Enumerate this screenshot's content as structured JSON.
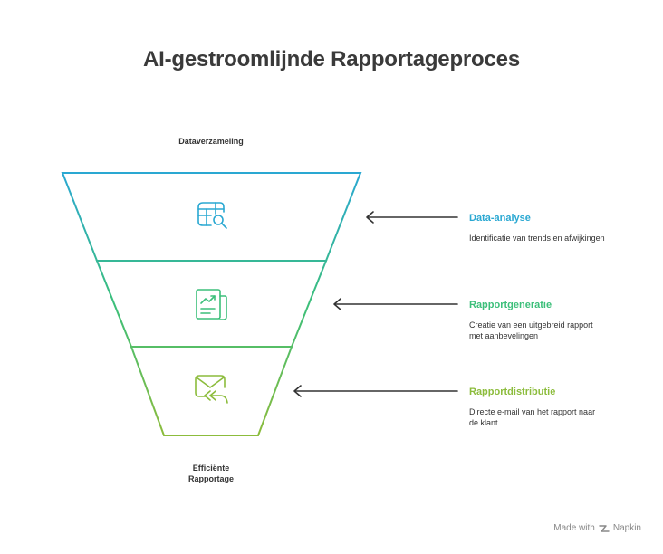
{
  "title": "AI-gestroomlijnde Rapportageproces",
  "funnel": {
    "top_label": "Dataverzameling",
    "bottom_label_line1": "Efficiënte",
    "bottom_label_line2": "Rapportage"
  },
  "stages": [
    {
      "title": "Data-analyse",
      "description": "Identificatie van trends en afwijkingen",
      "color": "#2aa8d2",
      "icon": "table-search-icon"
    },
    {
      "title": "Rapportgeneratie",
      "description": "Creatie van een uitgebreid rapport met aanbevelingen",
      "color": "#3cbf7a",
      "icon": "report-chart-icon"
    },
    {
      "title": "Rapportdistributie",
      "description": "Directe e-mail van het rapport naar de klant",
      "color": "#8cbc3c",
      "icon": "mail-reply-icon"
    }
  ],
  "footer": {
    "made_with": "Made with",
    "brand": "Napkin",
    "icon": "napkin-logo-icon"
  }
}
